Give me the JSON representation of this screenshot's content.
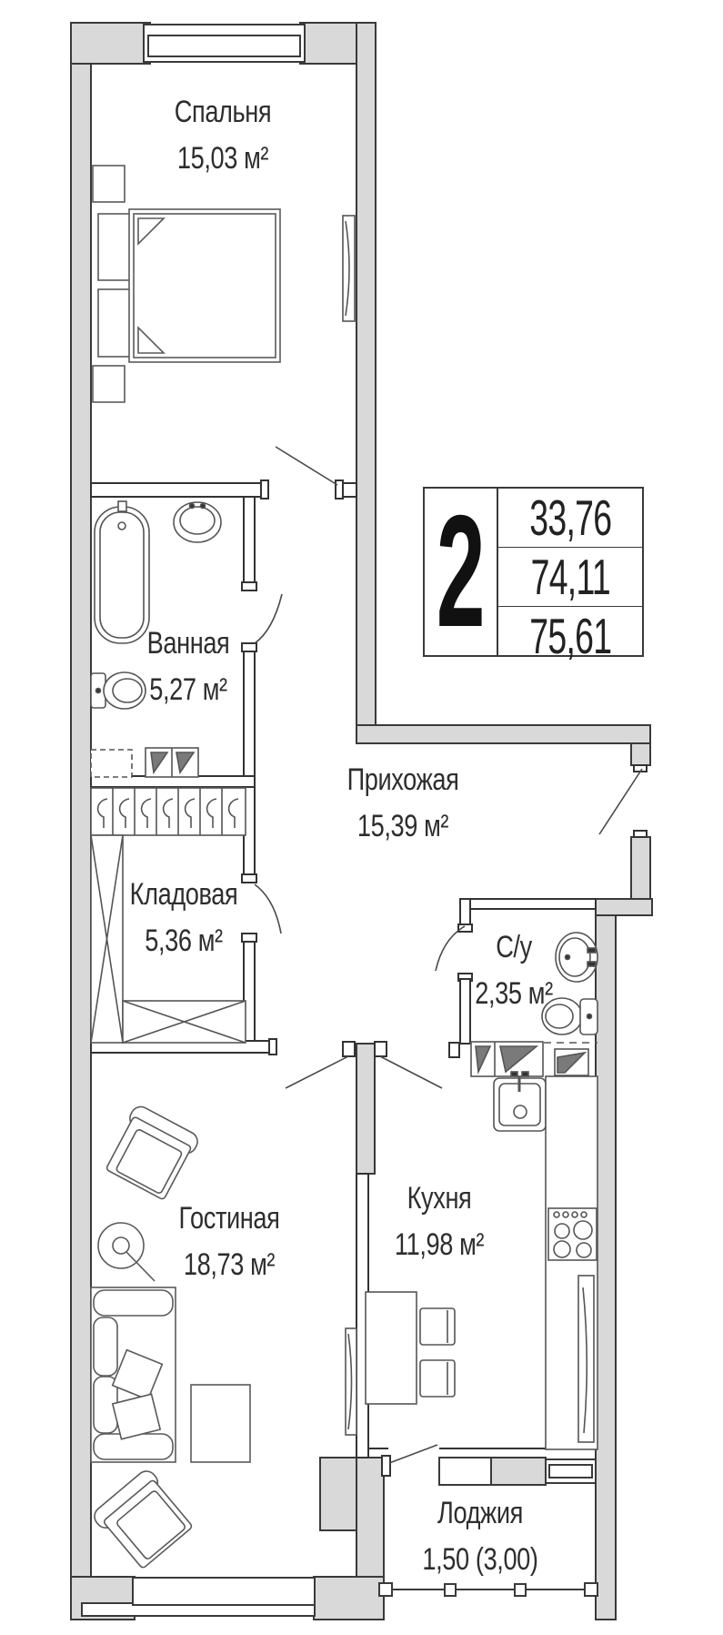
{
  "plan": {
    "rooms": [
      {
        "name": "Спальня",
        "area": "15,03 м²"
      },
      {
        "name": "Ванная",
        "area": "5,27 м²"
      },
      {
        "name": "Прихожая",
        "area": "15,39 м²"
      },
      {
        "name": "Кладовая",
        "area": "5,36 м²"
      },
      {
        "name": "С/у",
        "area": "2,35 м²"
      },
      {
        "name": "Гостиная",
        "area": "18,73 м²"
      },
      {
        "name": "Кухня",
        "area": "11,98 м²"
      },
      {
        "name": "Лоджия",
        "area": "1,50 (3,00)"
      }
    ],
    "info_box": {
      "rooms_count": "2",
      "values": [
        "33,76",
        "74,11",
        "75,61"
      ]
    },
    "colors": {
      "wall_fill": "#d9d9d9",
      "outline": "#3a3a3a",
      "text": "#2e2e2e"
    }
  }
}
